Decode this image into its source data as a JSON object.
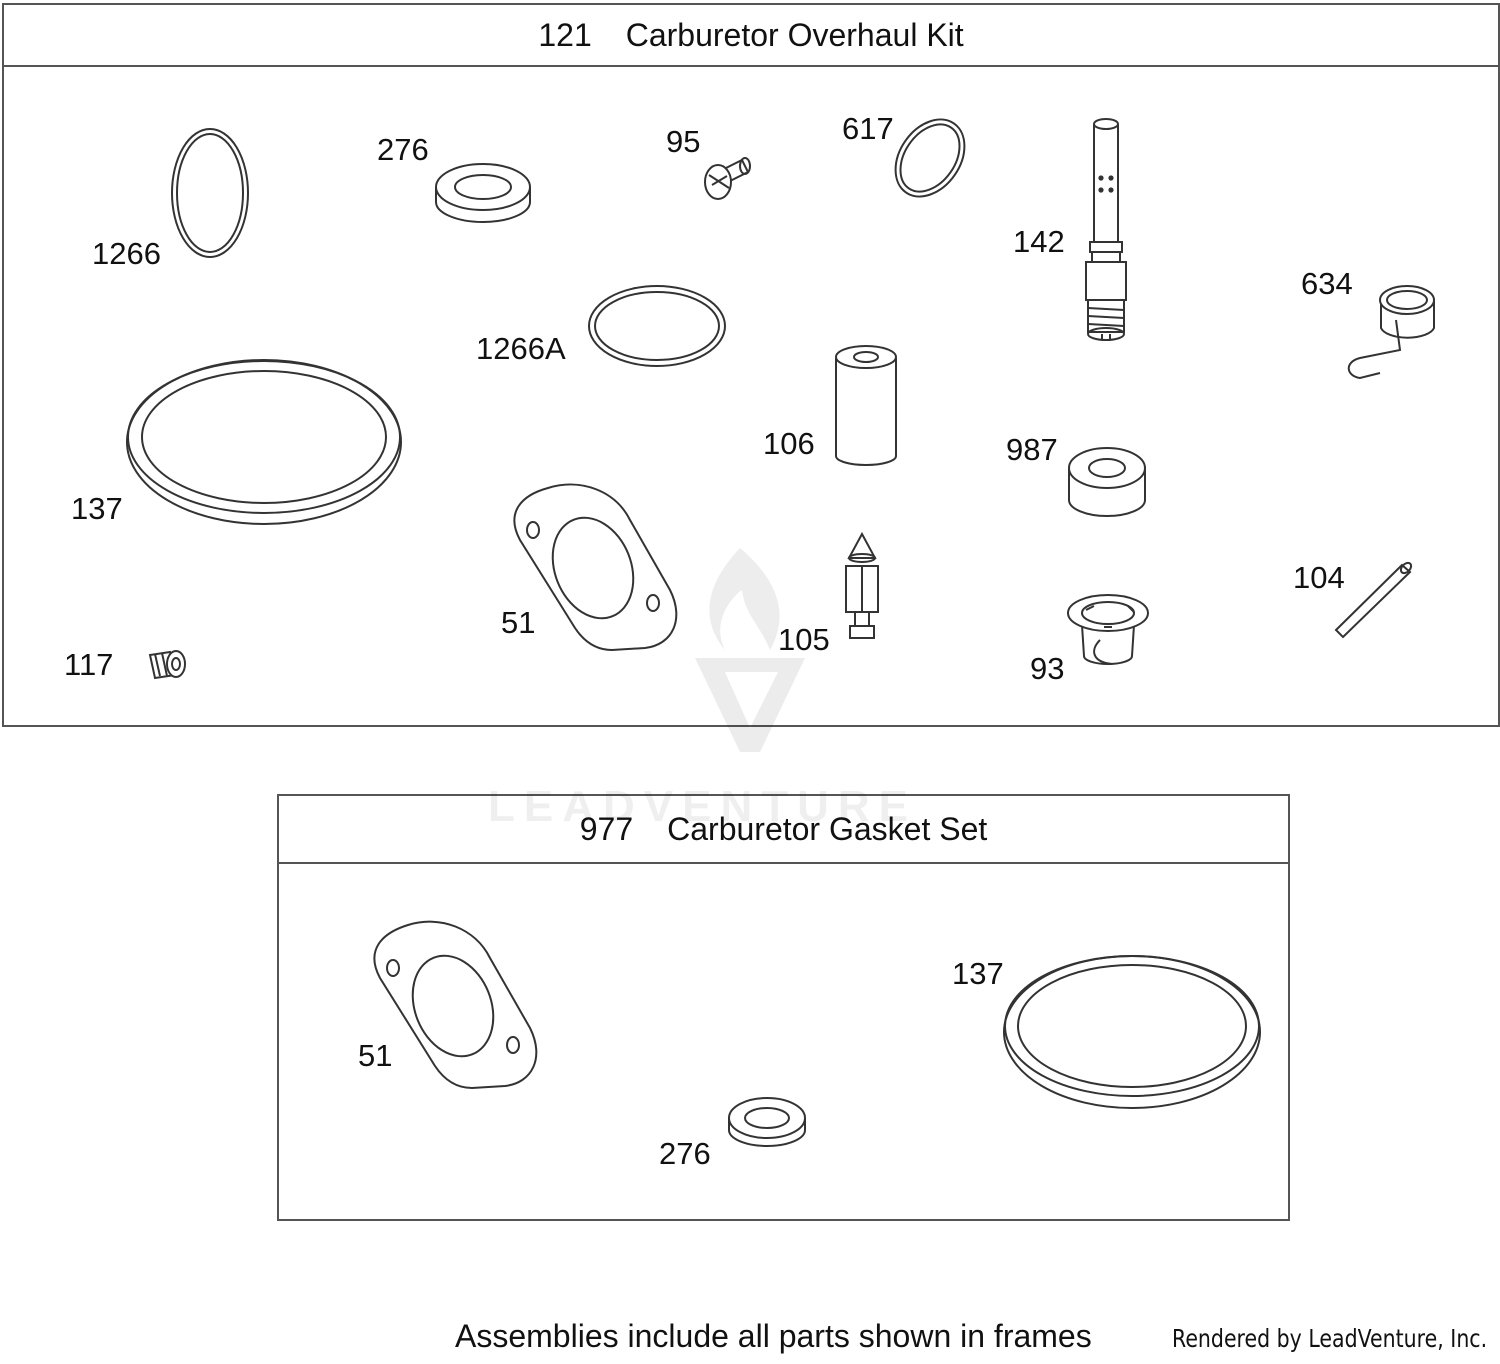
{
  "frames": [
    {
      "id": "overhaul-kit",
      "number": "121",
      "title": "Carburetor Overhaul Kit"
    },
    {
      "id": "gasket-set",
      "number": "977",
      "title": "Carburetor Gasket Set"
    }
  ],
  "labels": {
    "p1266": "1266",
    "p276": "276",
    "p95": "95",
    "p617": "617",
    "p142": "142",
    "p634": "634",
    "p1266a": "1266A",
    "p137": "137",
    "p106": "106",
    "p987": "987",
    "p51": "51",
    "p105": "105",
    "p104": "104",
    "p117": "117",
    "p93": "93",
    "g51": "51",
    "g137": "137",
    "g276": "276"
  },
  "footer": {
    "note": "Assemblies include all parts shown in frames",
    "credit": "Rendered by LeadVenture, Inc."
  },
  "watermark": "LEADVENTURE"
}
